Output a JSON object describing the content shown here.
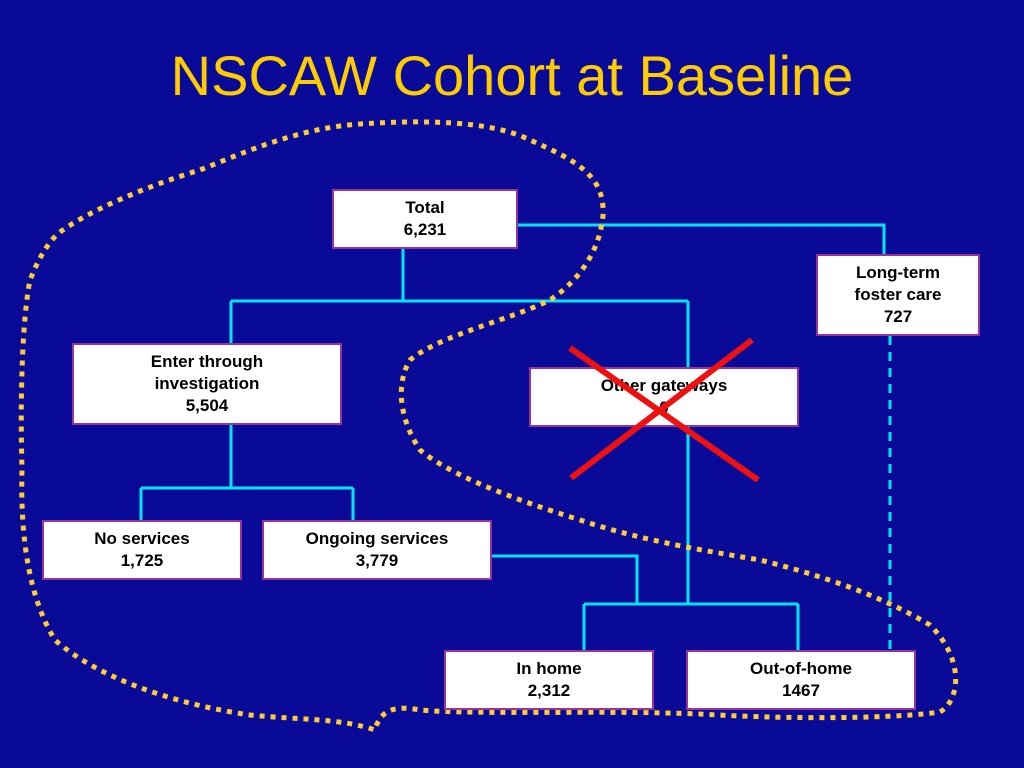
{
  "title": "NSCAW Cohort at Baseline",
  "colors": {
    "background": "#0a0a99",
    "title": "#ffcc00",
    "connector": "#00e5ff",
    "dotted_outline": "#ffcc33",
    "cross": "#ee1111",
    "box_border": "#993399"
  },
  "nodes": {
    "total": {
      "label": "Total",
      "value": "6,231"
    },
    "long_term": {
      "label_1": "Long-term",
      "label_2": "foster care",
      "value": "727"
    },
    "investigation": {
      "label_1": "Enter through",
      "label_2": "investigation",
      "value": "5,504"
    },
    "other_gateways": {
      "label": "Other gateways",
      "value": "0",
      "crossed_out": true
    },
    "no_services": {
      "label": "No services",
      "value": "1,725"
    },
    "ongoing": {
      "label": "Ongoing services",
      "value": "3,779"
    },
    "in_home": {
      "label": "In home",
      "value": "2,312"
    },
    "out_of_home": {
      "label": "Out-of-home",
      "value": "1467"
    }
  }
}
